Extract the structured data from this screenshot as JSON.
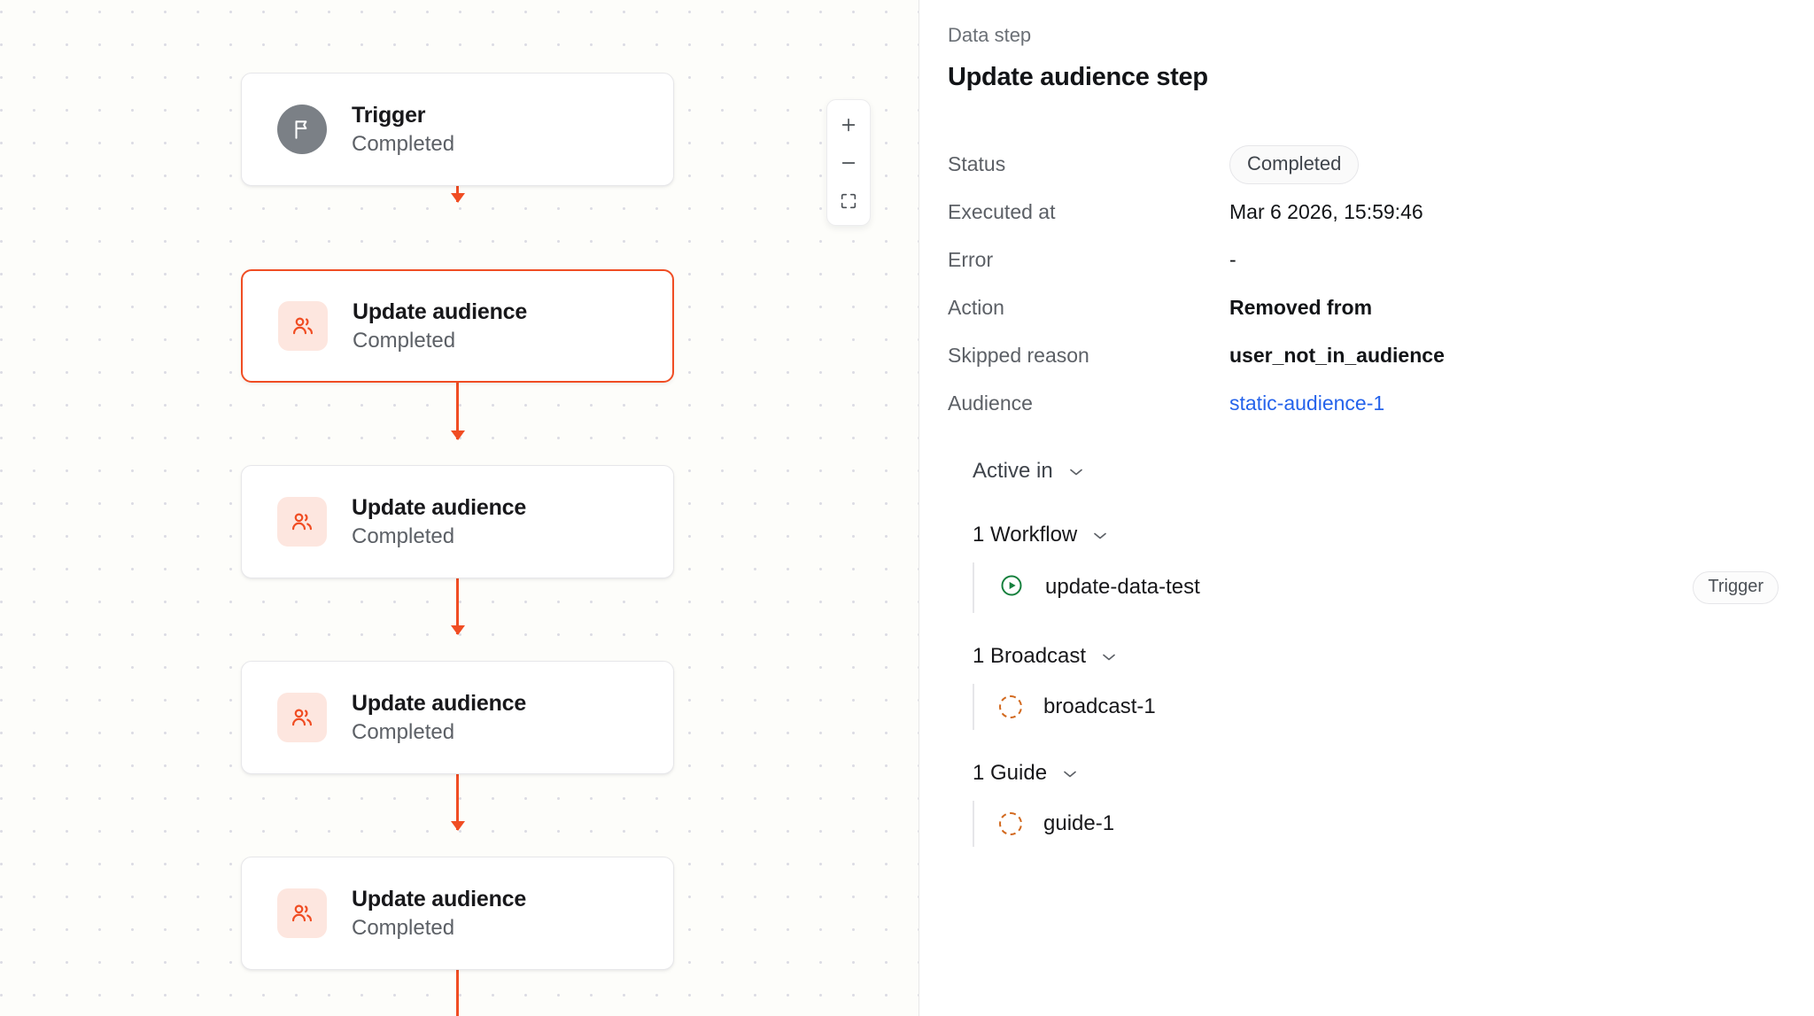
{
  "canvas": {
    "nodes": [
      {
        "type": "trigger",
        "icon": "flag-icon",
        "title": "Trigger",
        "status": "Completed",
        "selected": false
      },
      {
        "type": "audience",
        "icon": "users-icon",
        "title": "Update audience",
        "status": "Completed",
        "selected": true
      },
      {
        "type": "audience",
        "icon": "users-icon",
        "title": "Update audience",
        "status": "Completed",
        "selected": false
      },
      {
        "type": "audience",
        "icon": "users-icon",
        "title": "Update audience",
        "status": "Completed",
        "selected": false
      },
      {
        "type": "audience",
        "icon": "users-icon",
        "title": "Update audience",
        "status": "Completed",
        "selected": false
      }
    ],
    "zoom_controls": {
      "zoom_in_label": "+",
      "zoom_out_label": "−",
      "fit_view_label": "fit-view"
    },
    "connector_color": "#f04d23"
  },
  "panel": {
    "eyebrow": "Data step",
    "title": "Update audience step",
    "details": [
      {
        "label": "Status",
        "value": "Completed",
        "kind": "pill"
      },
      {
        "label": "Executed at",
        "value": "Mar 6 2026, 15:59:46",
        "kind": "text"
      },
      {
        "label": "Error",
        "value": "-",
        "kind": "text"
      },
      {
        "label": "Action",
        "value": "Removed from",
        "kind": "strong"
      },
      {
        "label": "Skipped reason",
        "value": "user_not_in_audience",
        "kind": "strong"
      },
      {
        "label": "Audience",
        "value": "static-audience-1",
        "kind": "link"
      }
    ],
    "active_in": {
      "label": "Active in",
      "groups": [
        {
          "caption": "1 Workflow",
          "items": [
            {
              "label": "update-data-test",
              "icon": "play-circle-icon",
              "badge": "Trigger"
            }
          ]
        },
        {
          "caption": "1 Broadcast",
          "items": [
            {
              "label": "broadcast-1",
              "icon": "dashed-circle-icon",
              "badge": ""
            }
          ]
        },
        {
          "caption": "1 Guide",
          "items": [
            {
              "label": "guide-1",
              "icon": "dashed-circle-icon",
              "badge": ""
            }
          ]
        }
      ]
    }
  },
  "colors": {
    "accent": "#f04d23",
    "link": "#2563eb",
    "workflow_icon": "#15803d",
    "dashed_icon": "#d2691e",
    "canvas_bg": "#fdfdfa"
  }
}
